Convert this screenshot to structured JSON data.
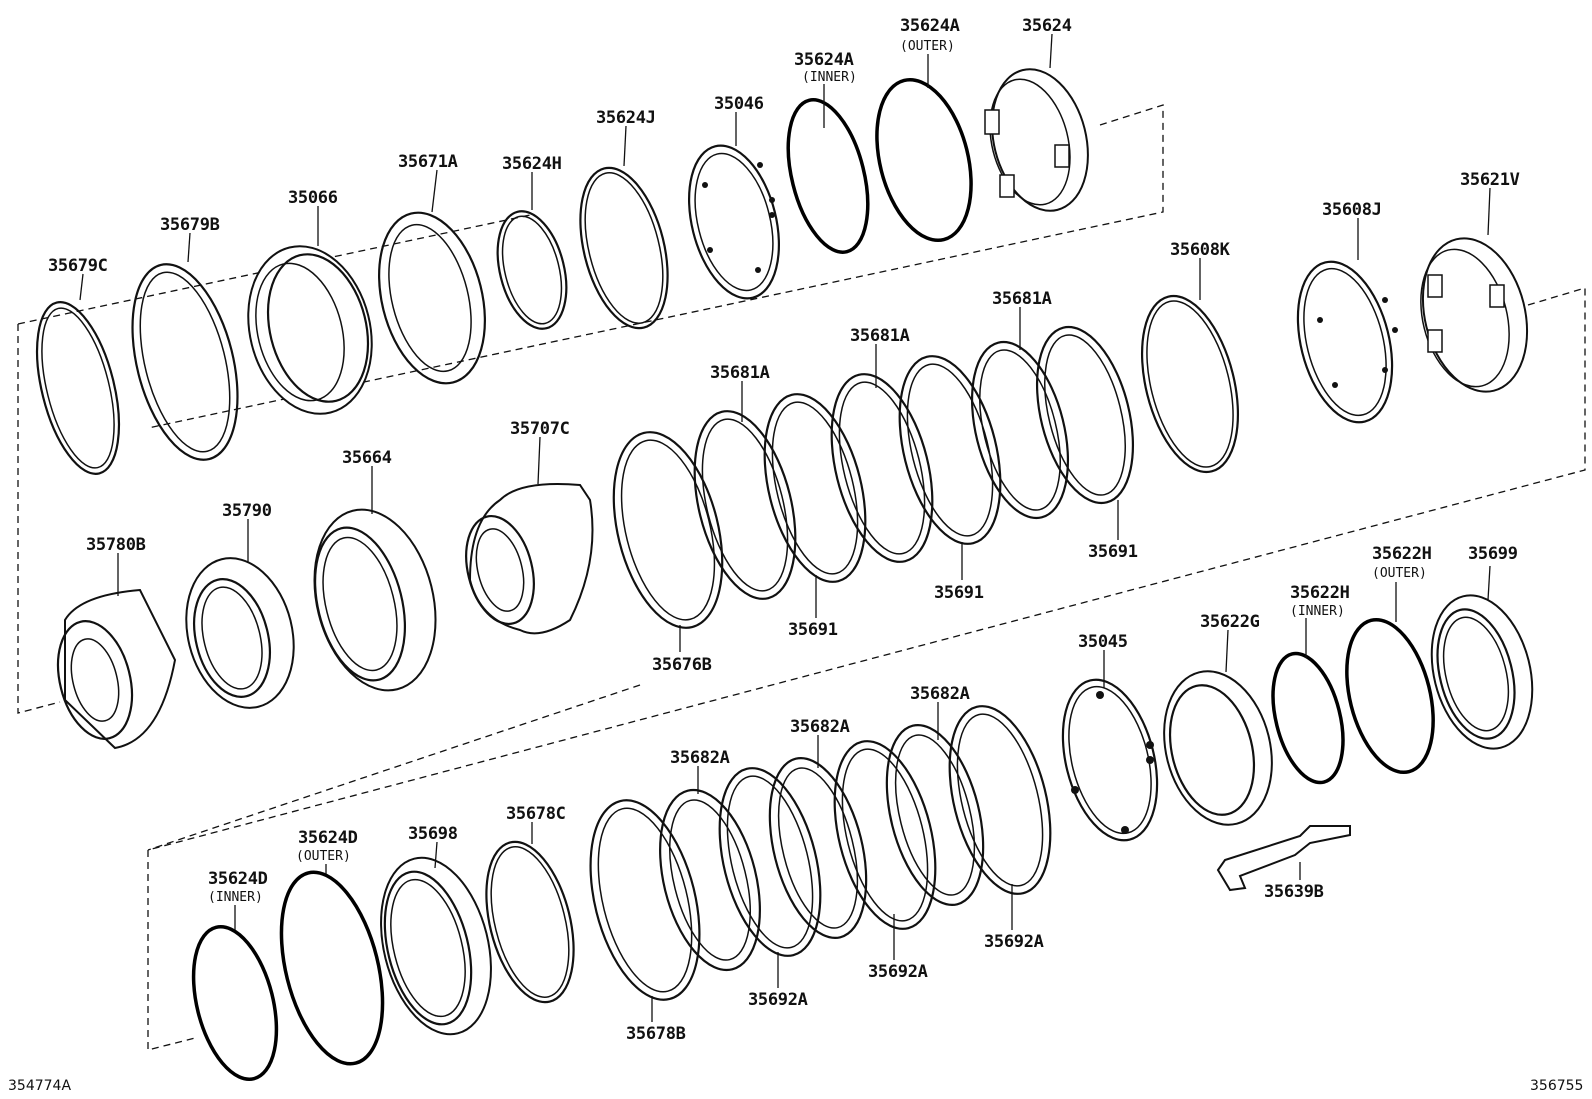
{
  "diagram": {
    "ref_left": "354774A",
    "ref_right": "356755",
    "parts": [
      {
        "id": "p35679C",
        "number": "35679C",
        "sub": ""
      },
      {
        "id": "p35679B",
        "number": "35679B",
        "sub": ""
      },
      {
        "id": "p35066",
        "number": "35066",
        "sub": ""
      },
      {
        "id": "p35671A",
        "number": "35671A",
        "sub": ""
      },
      {
        "id": "p35624H",
        "number": "35624H",
        "sub": ""
      },
      {
        "id": "p35624J",
        "number": "35624J",
        "sub": ""
      },
      {
        "id": "p35046",
        "number": "35046",
        "sub": ""
      },
      {
        "id": "p35624A_in",
        "number": "35624A",
        "sub": "(INNER)"
      },
      {
        "id": "p35624A_out",
        "number": "35624A",
        "sub": "(OUTER)"
      },
      {
        "id": "p35624",
        "number": "35624",
        "sub": ""
      },
      {
        "id": "p35608J",
        "number": "35608J",
        "sub": ""
      },
      {
        "id": "p35621V",
        "number": "35621V",
        "sub": ""
      },
      {
        "id": "p35608K",
        "number": "35608K",
        "sub": ""
      },
      {
        "id": "p35681A_1",
        "number": "35681A",
        "sub": ""
      },
      {
        "id": "p35681A_2",
        "number": "35681A",
        "sub": ""
      },
      {
        "id": "p35681A_3",
        "number": "35681A",
        "sub": ""
      },
      {
        "id": "p35707C",
        "number": "35707C",
        "sub": ""
      },
      {
        "id": "p35664",
        "number": "35664",
        "sub": ""
      },
      {
        "id": "p35790",
        "number": "35790",
        "sub": ""
      },
      {
        "id": "p35780B",
        "number": "35780B",
        "sub": ""
      },
      {
        "id": "p35676B",
        "number": "35676B",
        "sub": ""
      },
      {
        "id": "p35691_1",
        "number": "35691",
        "sub": ""
      },
      {
        "id": "p35691_2",
        "number": "35691",
        "sub": ""
      },
      {
        "id": "p35691_3",
        "number": "35691",
        "sub": ""
      },
      {
        "id": "p35622H_out",
        "number": "35622H",
        "sub": "(OUTER)"
      },
      {
        "id": "p35699",
        "number": "35699",
        "sub": ""
      },
      {
        "id": "p35622H_in",
        "number": "35622H",
        "sub": "(INNER)"
      },
      {
        "id": "p35622G",
        "number": "35622G",
        "sub": ""
      },
      {
        "id": "p35045",
        "number": "35045",
        "sub": ""
      },
      {
        "id": "p35682A_1",
        "number": "35682A",
        "sub": ""
      },
      {
        "id": "p35682A_2",
        "number": "35682A",
        "sub": ""
      },
      {
        "id": "p35682A_3",
        "number": "35682A",
        "sub": ""
      },
      {
        "id": "p35639B",
        "number": "35639B",
        "sub": ""
      },
      {
        "id": "p35692A_1",
        "number": "35692A",
        "sub": ""
      },
      {
        "id": "p35692A_2",
        "number": "35692A",
        "sub": ""
      },
      {
        "id": "p35692A_3",
        "number": "35692A",
        "sub": ""
      },
      {
        "id": "p35624D_out",
        "number": "35624D",
        "sub": "(OUTER)"
      },
      {
        "id": "p35624D_in",
        "number": "35624D",
        "sub": "(INNER)"
      },
      {
        "id": "p35698",
        "number": "35698",
        "sub": ""
      },
      {
        "id": "p35678C",
        "number": "35678C",
        "sub": ""
      },
      {
        "id": "p35678B",
        "number": "35678B",
        "sub": ""
      }
    ]
  }
}
